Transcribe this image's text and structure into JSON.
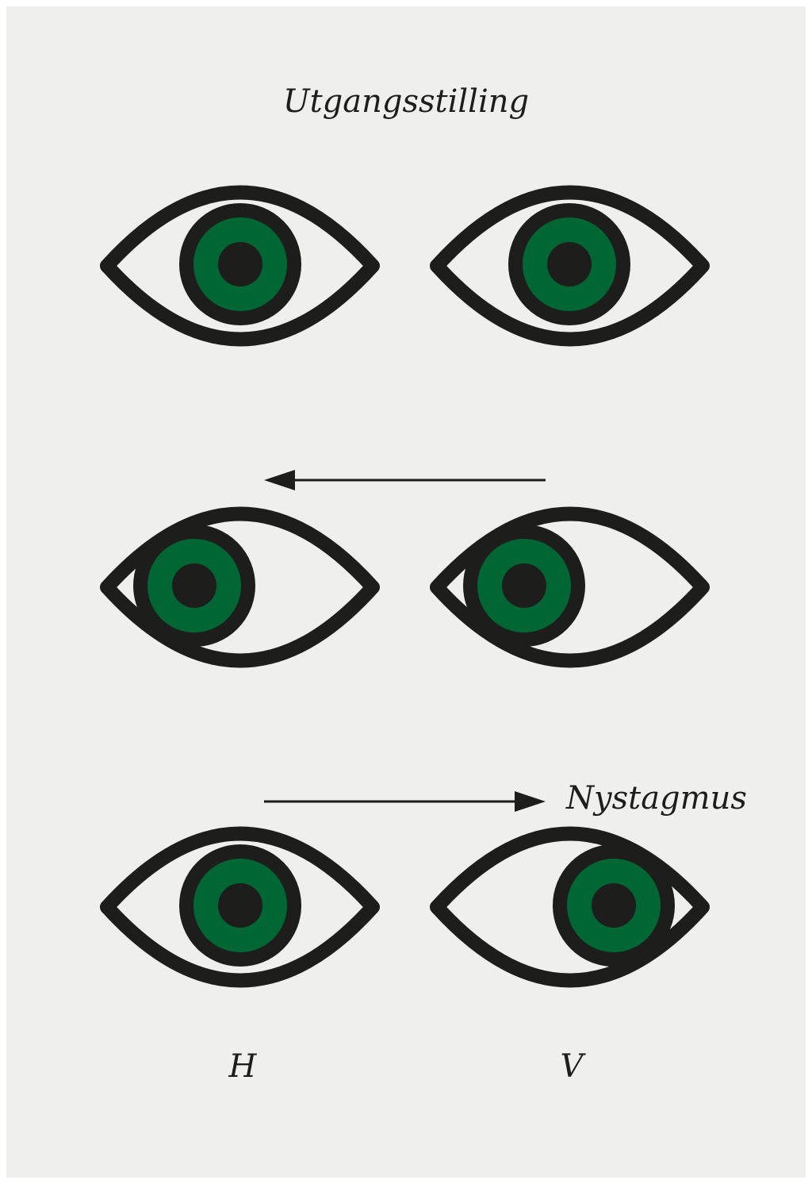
{
  "labels": {
    "title": "Utgangsstilling",
    "nystagmus": "Nystagmus",
    "left_eye": "H",
    "right_eye": "V"
  },
  "colors": {
    "background": "#efefee",
    "outline": "#1d1d1b",
    "iris": "#006633",
    "pupil": "#1d1d1b",
    "sclera": "#efefee"
  },
  "rows": [
    {
      "name": "utgangsstilling",
      "gaze": "center",
      "arrow": "none"
    },
    {
      "name": "gaze-left",
      "gaze": "left",
      "arrow": "left"
    },
    {
      "name": "nystagmus",
      "gaze": "center / right",
      "arrow": "right"
    }
  ]
}
